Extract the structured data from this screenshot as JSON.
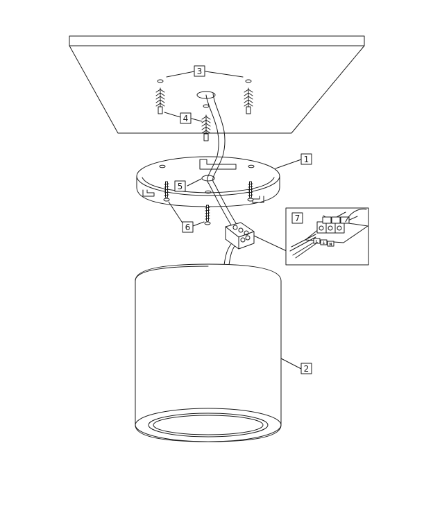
{
  "callouts": {
    "mounting_base": "1",
    "lamp_body": "2",
    "drill_holes": "3",
    "wall_plugs": "4",
    "base_plate": "5",
    "screws": "6",
    "wiring_inset": "7"
  },
  "terminal_labels": {
    "live": "L",
    "earth": "⏚",
    "neutral": "N"
  }
}
